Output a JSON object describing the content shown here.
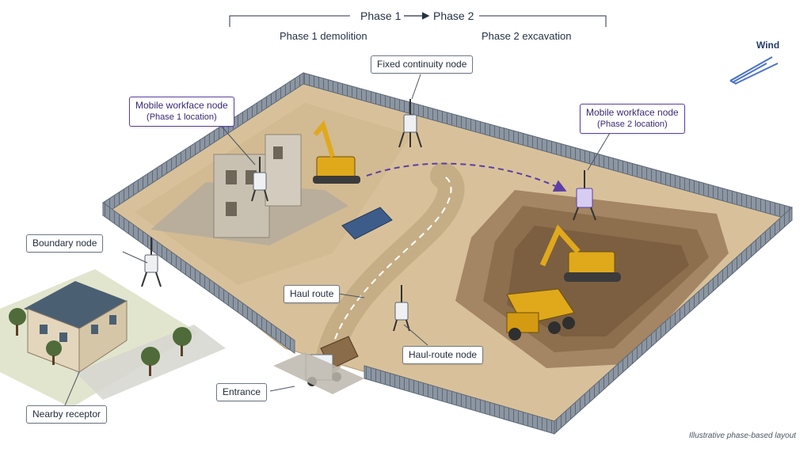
{
  "header": {
    "phase_from": "Phase 1",
    "phase_to": "Phase 2",
    "phase1_label": "Phase 1 demolition",
    "phase2_label": "Phase 2 excavation"
  },
  "wind": {
    "label": "Wind"
  },
  "labels": {
    "fixed_node": "Fixed continuity node",
    "mobile_p1_title": "Mobile workface node",
    "mobile_p1_sub": "(Phase 1 location)",
    "mobile_p2_title": "Mobile workface node",
    "mobile_p2_sub": "(Phase 2 location)",
    "boundary_node": "Boundary node",
    "haul_route": "Haul route",
    "haul_route_node": "Haul-route node",
    "entrance": "Entrance",
    "nearby_receptor": "Nearby receptor"
  },
  "caption": "Illustrative phase-based layout",
  "colors": {
    "ground": "#d8c19a",
    "fence": "#7b8593",
    "pit": "#8d6f4d",
    "machine": "#e0a91c",
    "mobile_path": "#5b3fa6",
    "wind_arrow": "#4a73c9"
  },
  "icons": [
    "sensor-node-icon",
    "excavator-icon",
    "dump-truck-icon",
    "house-icon",
    "tree-icon",
    "wind-arrow-icon"
  ]
}
